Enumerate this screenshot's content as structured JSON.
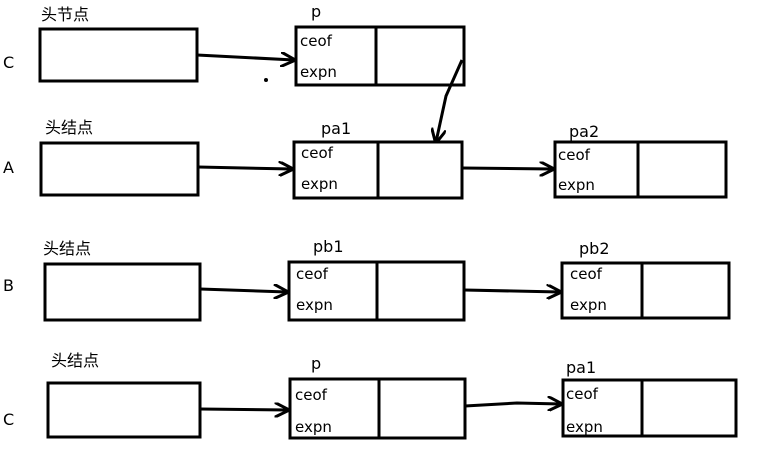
{
  "rows": [
    {
      "label": "C",
      "head_label": "头节点",
      "nodes": [
        {
          "pointer": "p",
          "field_top": "ceof",
          "field_bottom": "expn"
        }
      ]
    },
    {
      "label": "A",
      "head_label": "头结点",
      "nodes": [
        {
          "pointer": "pa1",
          "field_top": "ceof",
          "field_bottom": "expn"
        },
        {
          "pointer": "pa2",
          "field_top": "ceof",
          "field_bottom": "expn"
        }
      ]
    },
    {
      "label": "B",
      "head_label": "头结点",
      "nodes": [
        {
          "pointer": "pb1",
          "field_top": "ceof",
          "field_bottom": "expn"
        },
        {
          "pointer": "pb2",
          "field_top": "ceof",
          "field_bottom": "expn"
        }
      ]
    },
    {
      "label": "C",
      "head_label": "头结点",
      "nodes": [
        {
          "pointer": "p",
          "field_top": "ceof",
          "field_bottom": "expn"
        },
        {
          "pointer": "pa1",
          "field_top": "ceof",
          "field_bottom": "expn"
        }
      ]
    }
  ]
}
